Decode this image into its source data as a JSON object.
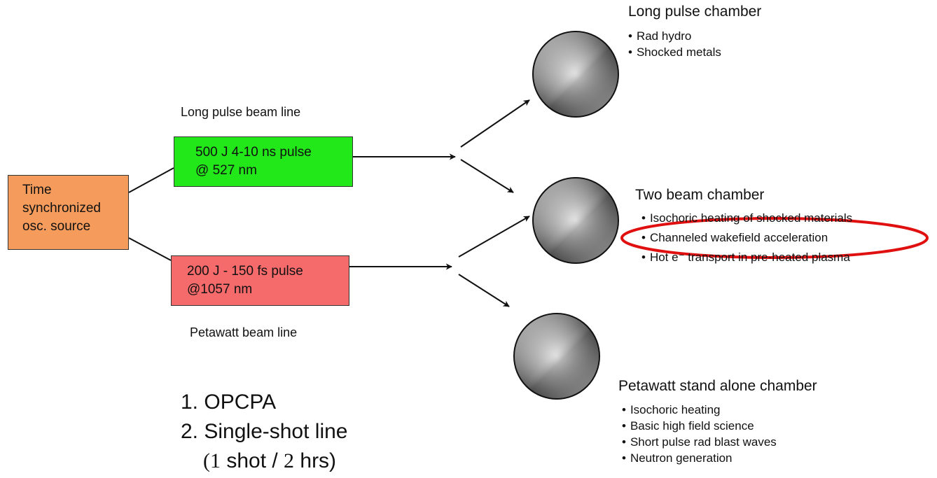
{
  "boxes": {
    "source": [
      "Time",
      "synchronized",
      "osc. source"
    ],
    "long_pulse": [
      "500 J 4-10 ns pulse",
      "@ 527 nm"
    ],
    "petawatt": [
      "200 J - 150 fs pulse",
      "@1057 nm"
    ]
  },
  "beam_lines": {
    "long": "Long pulse beam line",
    "petawatt": "Petawatt beam line"
  },
  "chambers": {
    "long_pulse": {
      "title": "Long pulse chamber",
      "items": [
        "Rad hydro",
        "Shocked metals"
      ]
    },
    "two_beam": {
      "title": "Two beam chamber",
      "items": [
        "Isochoric heating of shocked materials",
        "Channeled wakefield acceleration",
        "Hot e⁻ transport in pre-heated plasma"
      ],
      "highlighted_item": 1,
      "highlight_color": "#e01010"
    },
    "petawatt": {
      "title": "Petawatt stand alone chamber",
      "items": [
        "Isochoric heating",
        "Basic high field science",
        "Short pulse rad blast waves",
        "Neutron generation"
      ]
    }
  },
  "notes": {
    "line1": "1. OPCPA",
    "line2": "2. Single-shot line",
    "line3_open": "(1",
    "line3_mid": " shot / ",
    "line3_num": "2",
    "line3_close": " hrs)"
  },
  "colors": {
    "source_box": "#f59c5c",
    "long_pulse_box": "#22e81a",
    "petawatt_box": "#f56a6a"
  }
}
